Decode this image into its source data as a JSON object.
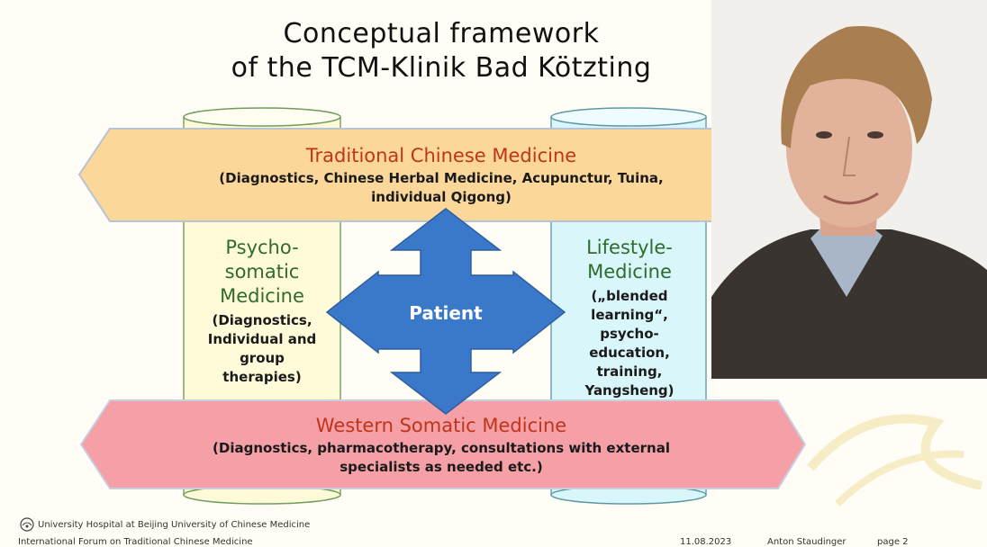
{
  "title": {
    "line1": "Conceptual framework",
    "line2": "of the TCM-Klinik Bad Kötzting"
  },
  "tcm_banner": {
    "title": "Traditional Chinese Medicine",
    "body_line1": "(Diagnostics, Chinese Herbal Medicine, Acupunctur, Tuina,",
    "body_line2": "individual Qigong)"
  },
  "left_column": {
    "heading_line1": "Psycho-",
    "heading_line2": "somatic",
    "heading_line3": "Medicine",
    "body_line1": "(Diagnostics,",
    "body_line2": "Individual and",
    "body_line3": "group",
    "body_line4": "therapies)"
  },
  "right_column": {
    "heading_line1": "Lifestyle-",
    "heading_line2": "Medicine",
    "body_line1": "(„blended",
    "body_line2": "learning“,",
    "body_line3": "psycho-",
    "body_line4": "education,",
    "body_line5": "training,",
    "body_line6": "Yangsheng)"
  },
  "center": {
    "label": "Patient"
  },
  "wsm_banner": {
    "title": "Western Somatic Medicine",
    "body_line1": "(Diagnostics, pharmacotherapy, consultations with external",
    "body_line2": "specialists as needed etc.)"
  },
  "footer": {
    "university": "University Hospital at Beijing University of Chinese Medicine",
    "forum": "International Forum on Traditional Chinese Medicine",
    "date": "11.08.2023",
    "author": "Anton Staudinger",
    "page": "page 2"
  },
  "colors": {
    "tcm_banner_fill": "#fbd79a",
    "wsm_banner_fill": "#f4a0a6",
    "left_column_fill": "#fffbd8",
    "right_column_fill": "#d9f6fb",
    "arrow_fill": "#3a78c9",
    "banner_title": "#c0351a",
    "column_heading": "#2f6b2c"
  },
  "icons": {
    "footer_logo": "university-logo-icon",
    "center_arrow": "four-way-arrow-icon"
  }
}
